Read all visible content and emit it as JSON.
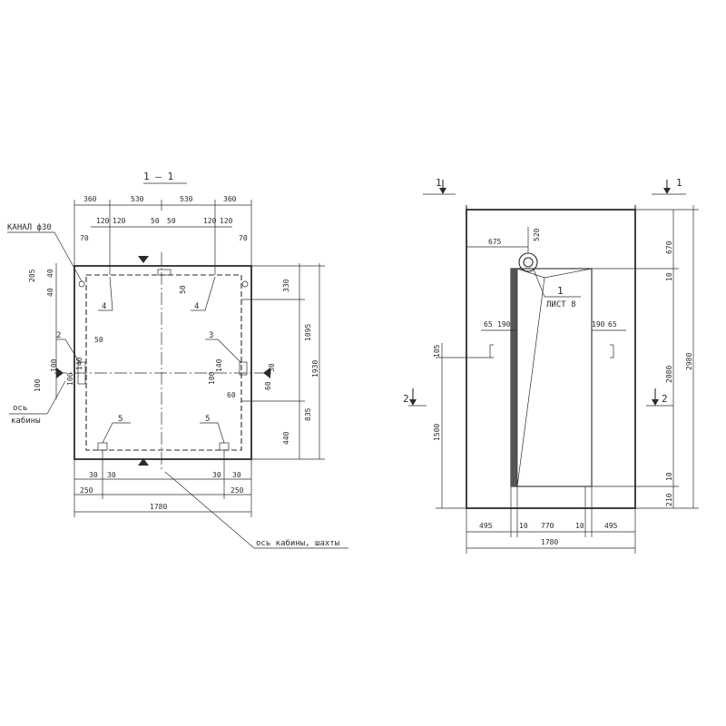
{
  "plan": {
    "section_title": "1 — 1",
    "top_dims": [
      "360",
      "530",
      "530",
      "360"
    ],
    "top_sub_dims": [
      "70",
      "120",
      "120",
      "50",
      "50",
      "120",
      "120",
      "70"
    ],
    "left_dims": [
      "205",
      "40",
      "40",
      "100",
      "100"
    ],
    "right_dims": [
      "330",
      "1095",
      "1930",
      "835",
      "440"
    ],
    "inner_dims": [
      "50",
      "100",
      "140",
      "60",
      "50",
      "50",
      "140",
      "100",
      "60"
    ],
    "bottom_dims": [
      "30",
      "30",
      "30",
      "30",
      "250",
      "250",
      "1780"
    ],
    "callouts": [
      "2",
      "3",
      "4",
      "4",
      "5",
      "5"
    ],
    "channel_label": "КАНАЛ ф30",
    "axis_label_1": "ось",
    "axis_label_2": "кабины",
    "shaft_axis_label": "ось кабины, шахты"
  },
  "elevation": {
    "section_marks": [
      "1",
      "1",
      "2",
      "2"
    ],
    "top_dims": [
      "520",
      "675"
    ],
    "sheet_label": "ЛИСТ 8",
    "callout": "1",
    "side_dims": [
      "65",
      "190",
      "190",
      "65"
    ],
    "left_dims": [
      "105",
      "1500"
    ],
    "right_dims": [
      "670",
      "10",
      "2080",
      "2980",
      "10",
      "210"
    ],
    "bottom_dims": [
      "495",
      "10",
      "770",
      "10",
      "495",
      "1780"
    ]
  }
}
